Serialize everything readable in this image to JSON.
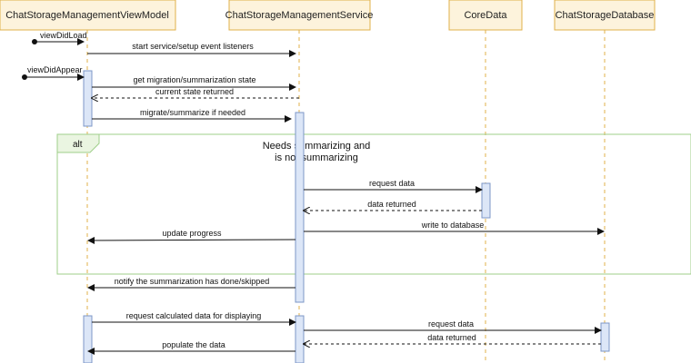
{
  "participants": [
    {
      "id": "vm",
      "label": "ChatStorageManagementViewModel"
    },
    {
      "id": "svc",
      "label": "ChatStorageManagementService"
    },
    {
      "id": "cd",
      "label": "CoreData"
    },
    {
      "id": "db",
      "label": "ChatStorageDatabase"
    }
  ],
  "found_messages": [
    {
      "id": "found-view-did-load",
      "label": "viewDidLoad"
    },
    {
      "id": "found-view-did-appear",
      "label": "viewDidAppear"
    }
  ],
  "messages": [
    {
      "id": "msg-start-service",
      "label": "start service/setup event listeners",
      "from": "vm",
      "to": "svc",
      "style": "solid"
    },
    {
      "id": "msg-get-state",
      "label": "get migration/summarization state",
      "from": "vm",
      "to": "svc",
      "style": "solid"
    },
    {
      "id": "msg-state-returned",
      "label": "current state returned",
      "from": "svc",
      "to": "vm",
      "style": "dashed"
    },
    {
      "id": "msg-migrate",
      "label": "migrate/summarize if needed",
      "from": "vm",
      "to": "svc",
      "style": "solid"
    },
    {
      "id": "msg-request-data-cd",
      "label": "request data",
      "from": "svc",
      "to": "cd",
      "style": "solid"
    },
    {
      "id": "msg-data-returned-cd",
      "label": "data returned",
      "from": "cd",
      "to": "svc",
      "style": "dashed"
    },
    {
      "id": "msg-write-db",
      "label": "write to database",
      "from": "svc",
      "to": "db",
      "style": "solid"
    },
    {
      "id": "msg-update-progress",
      "label": "update progress",
      "from": "svc",
      "to": "vm",
      "style": "solid"
    },
    {
      "id": "msg-notify-done",
      "label": "notify the summarization has done/skipped",
      "from": "svc",
      "to": "vm",
      "style": "solid"
    },
    {
      "id": "msg-request-calculated",
      "label": "request calculated data for displaying",
      "from": "vm",
      "to": "svc",
      "style": "solid"
    },
    {
      "id": "msg-request-data-db",
      "label": "request data",
      "from": "svc",
      "to": "db",
      "style": "solid"
    },
    {
      "id": "msg-data-returned-db",
      "label": "data returned",
      "from": "db",
      "to": "svc",
      "style": "dashed"
    },
    {
      "id": "msg-populate",
      "label": "populate the data",
      "from": "svc",
      "to": "vm",
      "style": "solid"
    }
  ],
  "fragment": {
    "operator": "alt",
    "guard_line1": "Needs summarizing and",
    "guard_line2": "is not summarizing"
  }
}
